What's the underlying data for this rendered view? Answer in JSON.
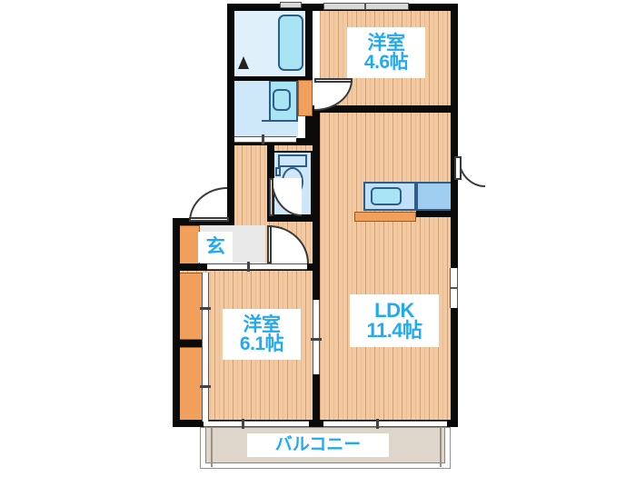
{
  "document": {
    "type": "floor-plan",
    "layout_name": "2LDK apartment floor plan",
    "orientation": "plan-view"
  },
  "rooms": [
    {
      "id": "bedroom-north",
      "name": "洋室",
      "size": "4.6帖",
      "label": "洋室\n4.6帖",
      "floor": "wood",
      "color": "#f2c9a0"
    },
    {
      "id": "ldk",
      "name": "LDK",
      "size": "11.4帖",
      "label": "LDK\n11.4帖",
      "floor": "wood",
      "color": "#f2c9a0"
    },
    {
      "id": "bedroom-south",
      "name": "洋室",
      "size": "6.1帖",
      "label": "洋室\n6.1帖",
      "floor": "wood",
      "color": "#f2c9a0"
    },
    {
      "id": "entrance",
      "name": "玄",
      "size": "",
      "label": "玄",
      "floor": "tile",
      "color": "#e8e8e8"
    },
    {
      "id": "balcony",
      "name": "バルコニー",
      "size": "",
      "label": "バルコニー",
      "floor": "concrete",
      "color": "#ded5cb"
    },
    {
      "id": "bathroom",
      "name": "",
      "size": "",
      "label": "",
      "floor": "tile",
      "color": "#dff0fb"
    },
    {
      "id": "washroom",
      "name": "",
      "size": "",
      "label": "",
      "floor": "tile",
      "color": "#cfe8f9"
    },
    {
      "id": "toilet",
      "name": "",
      "size": "",
      "label": "",
      "floor": "tile",
      "color": "#cfe8f9"
    }
  ],
  "fixtures": [
    {
      "id": "bathtub",
      "name": "bathtub",
      "color": "#a9e4f5"
    },
    {
      "id": "washbasin",
      "name": "washbasin",
      "color": "#a9e4f5"
    },
    {
      "id": "toilet",
      "name": "toilet",
      "color": "#cfe8f9"
    },
    {
      "id": "kitchen-sink",
      "name": "kitchen sink",
      "color": "#a9e4f5"
    },
    {
      "id": "kitchen-counter",
      "name": "kitchen counter",
      "color": "#9ecdf0"
    },
    {
      "id": "kitchen-range",
      "name": "kitchen range",
      "color": "#f0a05a"
    },
    {
      "id": "shoe-cabinet",
      "name": "shoe cabinet",
      "color": "#f0a05a"
    },
    {
      "id": "closet-upper",
      "name": "closet",
      "color": "#f0a05a"
    },
    {
      "id": "closet-lower",
      "name": "closet",
      "color": "#f0a05a"
    }
  ],
  "openings": [
    {
      "id": "door-bedroom-north",
      "type": "swing-door"
    },
    {
      "id": "door-bathroom",
      "type": "swing-door"
    },
    {
      "id": "door-toilet",
      "type": "swing-door"
    },
    {
      "id": "door-hall",
      "type": "swing-door"
    },
    {
      "id": "door-entrance",
      "type": "swing-door"
    },
    {
      "id": "door-ldk-east",
      "type": "swing-door"
    },
    {
      "id": "door-bedroom-south",
      "type": "sliding-door"
    },
    {
      "id": "window-balcony-west",
      "type": "sliding-glass-door"
    },
    {
      "id": "window-balcony-east",
      "type": "sliding-glass-door"
    },
    {
      "id": "window-north-1",
      "type": "window"
    },
    {
      "id": "window-north-2",
      "type": "window"
    },
    {
      "id": "window-north-bath",
      "type": "window"
    },
    {
      "id": "window-east",
      "type": "window"
    },
    {
      "id": "window-west-closet",
      "type": "window"
    }
  ],
  "colors": {
    "wall": "#0a0a0a",
    "wood_floor": "#f2c9a0",
    "tile_pale": "#dff0fb",
    "tile_mid": "#cfe8f9",
    "water_fixture": "#a9e4f5",
    "cabinet_orange": "#f0a05a",
    "label_text": "#22aaf0",
    "balcony": "#ded5cb",
    "background": "#ffffff"
  }
}
